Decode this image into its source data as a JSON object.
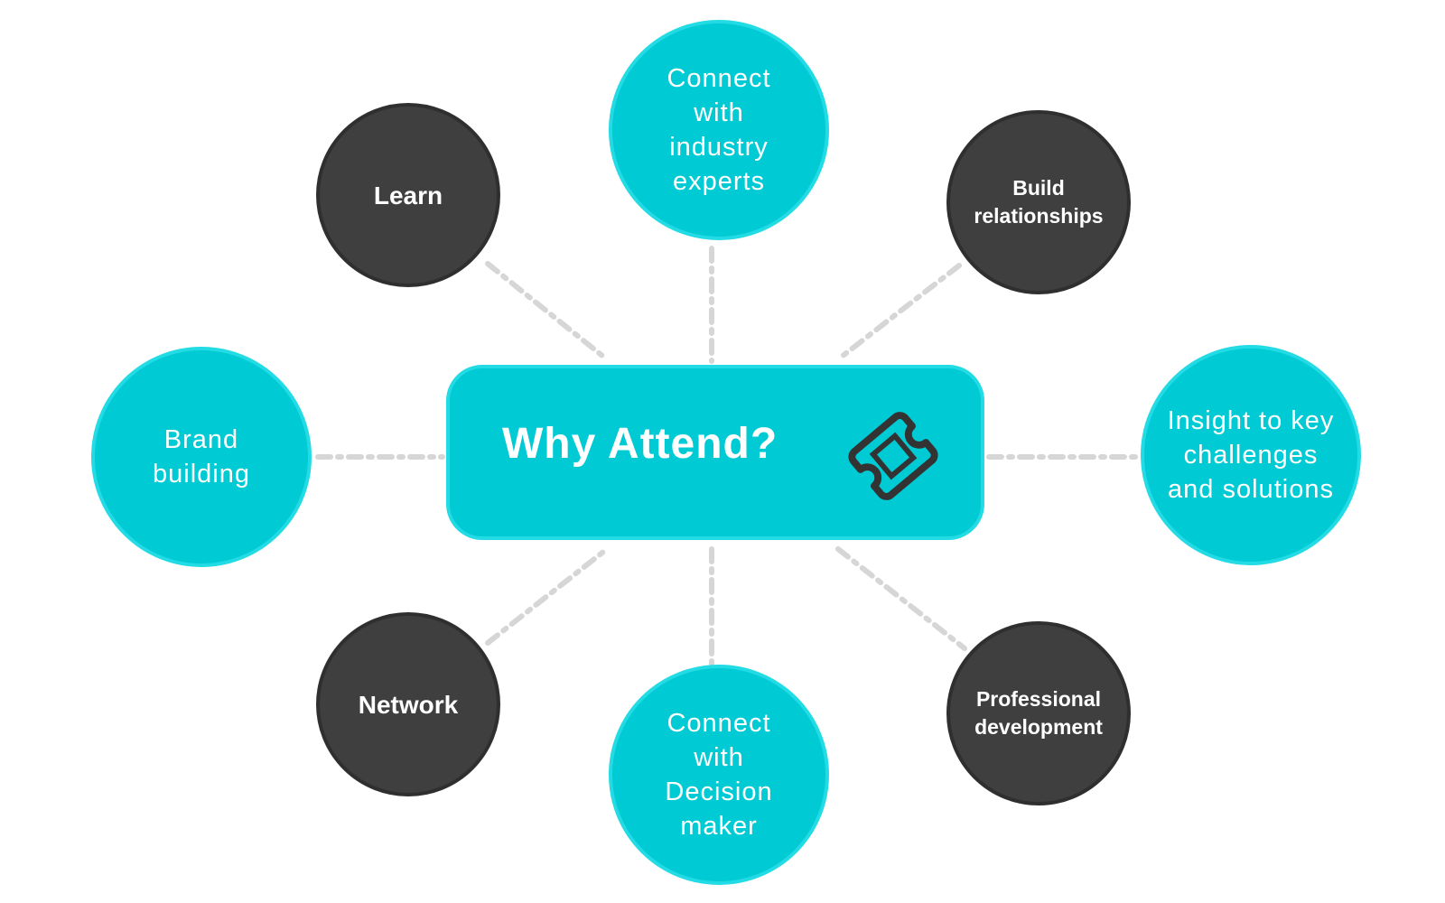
{
  "hub": {
    "title": "Why Attend?",
    "icon": "ticket-icon"
  },
  "nodes": [
    {
      "id": "learn",
      "label": "Learn",
      "style": "dark"
    },
    {
      "id": "connect-experts",
      "label": "Connect\nwith\nindustry\nexperts",
      "style": "teal"
    },
    {
      "id": "build-relationships",
      "label": "Build\nrelationships",
      "style": "dark"
    },
    {
      "id": "brand-building",
      "label": "Brand\nbuilding",
      "style": "teal"
    },
    {
      "id": "insight",
      "label": "Insight to key\nchallenges\nand solutions",
      "style": "teal"
    },
    {
      "id": "network",
      "label": "Network",
      "style": "dark"
    },
    {
      "id": "connect-decision-maker",
      "label": "Connect\nwith\nDecision\nmaker",
      "style": "teal"
    },
    {
      "id": "professional-development",
      "label": "Professional\ndevelopment",
      "style": "dark"
    }
  ],
  "colors": {
    "teal": "#00cad3",
    "teal_border": "#22dbe4",
    "dark": "#3f3f3f",
    "connector": "#d6d6d6",
    "text": "#ffffff"
  }
}
